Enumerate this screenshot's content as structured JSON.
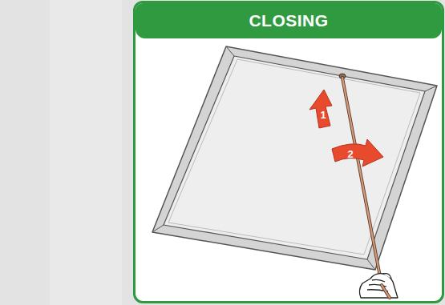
{
  "diagram": {
    "title": "CLOSING",
    "labels": [
      "1",
      "2"
    ]
  }
}
